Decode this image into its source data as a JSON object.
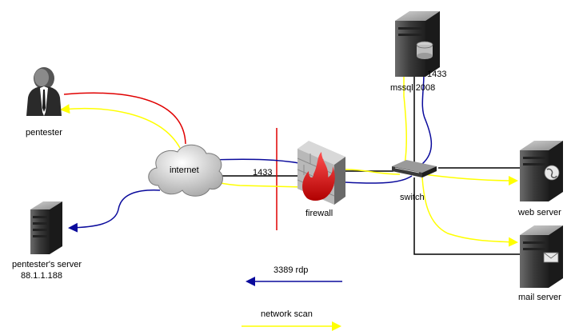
{
  "nodes": {
    "pentester": "pentester",
    "internet": "internet",
    "pentester_server": {
      "name": "pentester's server",
      "ip": "88.1.1.188"
    },
    "firewall": "firewall",
    "switch": "switch",
    "mssql": "mssql 2008",
    "web_server": "web server",
    "mail_server": "mail server"
  },
  "port_labels": {
    "firewall_port": "1433",
    "mssql_port": "1433"
  },
  "legend": {
    "rdp": {
      "label": "3389 rdp",
      "color": "#0a0a9c"
    },
    "scan": {
      "label": "network scan",
      "color": "#ffff00"
    }
  },
  "colors": {
    "blue_link": "#0a0a9c",
    "yellow_link": "#ffff00",
    "red_link": "#e00000",
    "wire": "#000000"
  }
}
